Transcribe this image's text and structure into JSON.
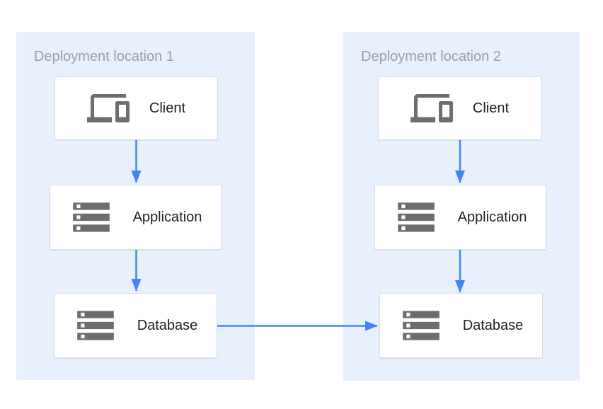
{
  "diagram": {
    "type": "architecture-diagram",
    "panels": [
      {
        "title": "Deployment location 1",
        "nodes": [
          {
            "id": "loc1-client",
            "label": "Client",
            "icon": "devices-icon"
          },
          {
            "id": "loc1-application",
            "label": "Application",
            "icon": "storage-icon"
          },
          {
            "id": "loc1-database",
            "label": "Database",
            "icon": "storage-icon"
          }
        ]
      },
      {
        "title": "Deployment location 2",
        "nodes": [
          {
            "id": "loc2-client",
            "label": "Client",
            "icon": "devices-icon"
          },
          {
            "id": "loc2-application",
            "label": "Application",
            "icon": "storage-icon"
          },
          {
            "id": "loc2-database",
            "label": "Database",
            "icon": "storage-icon"
          }
        ]
      }
    ],
    "connections": [
      {
        "from": "loc1-client",
        "to": "loc1-application",
        "direction": "down"
      },
      {
        "from": "loc1-application",
        "to": "loc1-database",
        "direction": "down"
      },
      {
        "from": "loc2-client",
        "to": "loc2-application",
        "direction": "down"
      },
      {
        "from": "loc2-application",
        "to": "loc2-database",
        "direction": "down"
      },
      {
        "from": "loc1-database",
        "to": "loc2-database",
        "direction": "right"
      }
    ],
    "colors": {
      "panel_bg": "#e8f0fe",
      "box_bg": "#ffffff",
      "box_border": "#d9dee5",
      "arrow": "#4285f4",
      "icon_gray": "#6d6d6d",
      "title_gray": "#9aa0a6",
      "label_dark": "#212121",
      "page_bg": "#ffffff"
    }
  }
}
